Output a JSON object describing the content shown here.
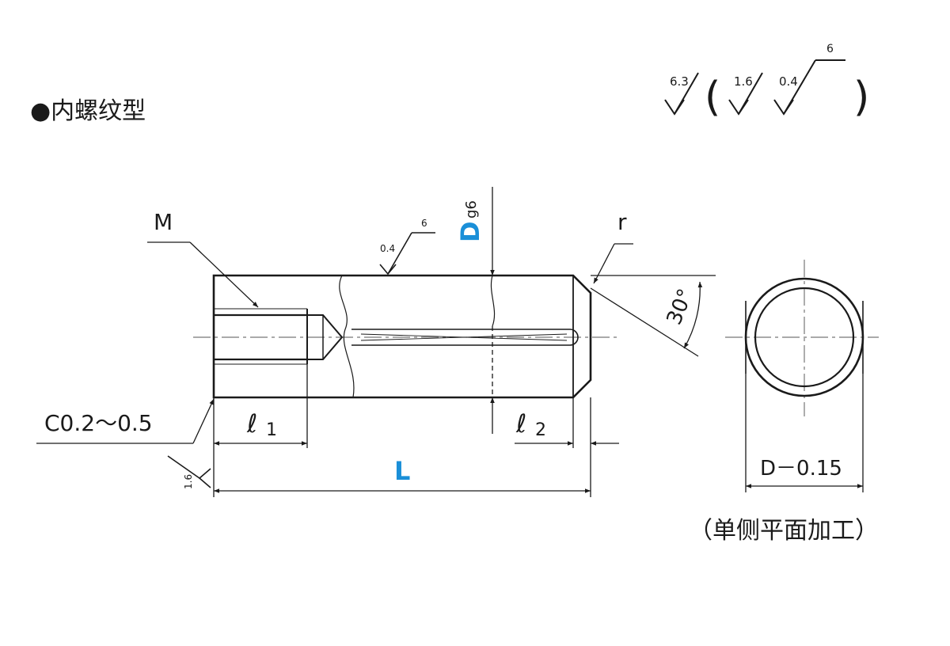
{
  "title": "●内螺纹型",
  "colors": {
    "ink": "#1a1a1a",
    "accent": "#1a8fd8",
    "center_line": "#777777"
  },
  "roughness": {
    "main": "6.3",
    "bracket_a": "1.6",
    "bracket_b": "0.4",
    "bracket_b_sub": "6",
    "bracket_open": "(",
    "bracket_close": ")",
    "body": "0.4",
    "body_sub": "6",
    "chamfer_face": "1.6"
  },
  "labels": {
    "thread": "M",
    "radius": "r",
    "angle": "30°",
    "chamfer": "C0.2～0.5",
    "diameter": "D",
    "diameter_tol": "g6",
    "l1_base": "ℓ",
    "l1_sub": "1",
    "l2_base": "ℓ",
    "l2_sub": "2",
    "length": "L",
    "flat": "D－0.15",
    "flat_note": "（单侧平面加工）"
  }
}
